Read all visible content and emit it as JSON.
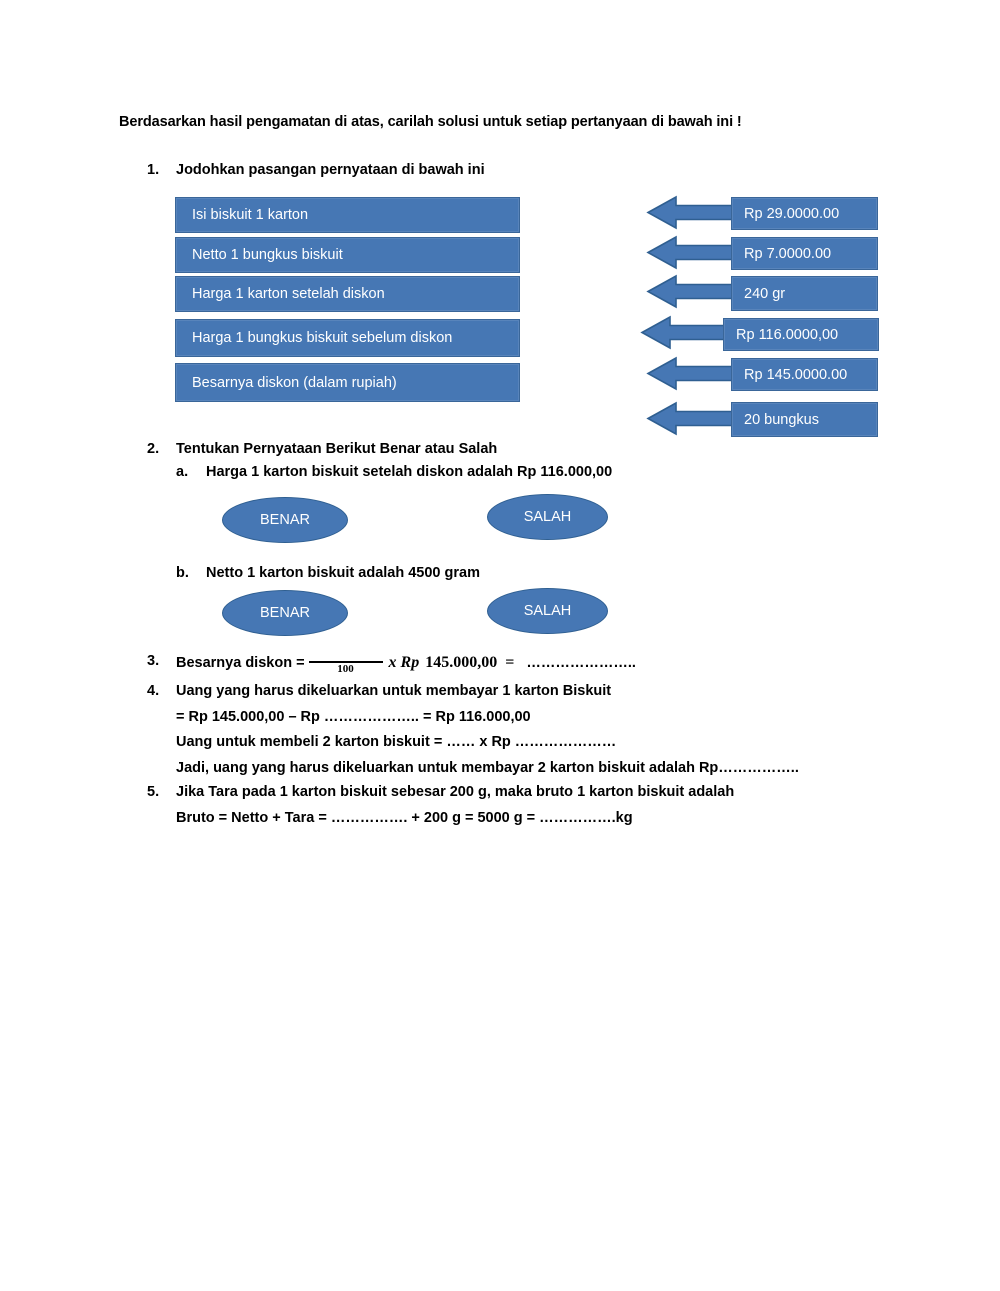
{
  "document": {
    "intro": "Berdasarkan hasil pengamatan di atas, carilah solusi untuk setiap pertanyaan di bawah ini !",
    "accent_color": "#4677B4",
    "accent_border_color": "#3A6699"
  },
  "question1": {
    "number": "1.",
    "prompt": "Jodohkan pasangan pernyataan di bawah ini",
    "left_items": [
      "Isi biskuit 1 karton",
      "Netto 1 bungkus biskuit",
      "Harga 1 karton setelah diskon",
      "Harga 1 bungkus biskuit sebelum diskon",
      "Besarnya diskon (dalam rupiah)"
    ],
    "right_items": [
      "Rp 29.0000.00",
      "Rp 7.0000.00",
      "240 gr",
      "Rp 116.0000,00",
      "Rp 145.0000.00",
      "20 bungkus"
    ]
  },
  "question2": {
    "number": "2.",
    "prompt": "Tentukan Pernyataan Berikut Benar atau Salah",
    "sub_a": {
      "label": "a.",
      "text": "Harga 1 karton biskuit setelah diskon adalah Rp 116.000,00",
      "option_true": "BENAR",
      "option_false": "SALAH"
    },
    "sub_b": {
      "label": "b.",
      "text": "Netto 1 karton biskuit adalah 4500 gram",
      "option_true": "BENAR",
      "option_false": "SALAH"
    }
  },
  "question3": {
    "number": "3.",
    "lead": "Besarnya diskon =",
    "fraction_numerator": "",
    "fraction_denominator": "100",
    "multiplier": "x Rp",
    "amount": "145.000,00",
    "equals": "=",
    "blank": "………………….."
  },
  "question4": {
    "number": "4.",
    "line1": "Uang yang harus dikeluarkan untuk membayar 1 karton Biskuit",
    "line2": "= Rp 145.000,00 – Rp ……………….. = Rp 116.000,00",
    "line3": "Uang untuk membeli 2 karton biskuit   = ……   x   Rp …………………",
    "line4": "Jadi, uang yang harus dikeluarkan untuk membayar 2 karton biskuit adalah  Rp…………….."
  },
  "question5": {
    "number": "5.",
    "line1": "Jika Tara pada 1 karton biskuit sebesar 200 g, maka bruto 1 karton biskuit adalah",
    "line2": "Bruto = Netto + Tara = ……………. + 200 g = 5000 g = …………….kg"
  }
}
